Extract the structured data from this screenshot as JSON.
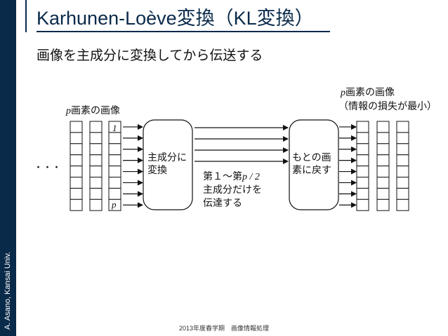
{
  "slide": {
    "title": "Karhunen-Loève変換（KL変換）",
    "subtitle": "画像を主成分に変換してから伝送する",
    "sidebar_author": "A. Asano, Kansai Univ.",
    "footer": "2013年度春学期　画像情報処理"
  },
  "diagram": {
    "left_label_var": "p",
    "left_label_text": "画素の画像",
    "ellipsis": "・・・",
    "index_first": "1",
    "index_last": "p",
    "transform_box_line1": "主成分に",
    "transform_box_line2": "変換",
    "middle_label_line1_prefix": "第１〜第",
    "middle_label_var": "p / 2",
    "middle_label_line2": "主成分だけを",
    "middle_label_line3": "伝達する",
    "restore_box_line1": "もとの画",
    "restore_box_line2": "素に戻す",
    "right_label_var": "p",
    "right_label_text": "画素の画像",
    "right_label_line2": "（情報の損失が最小）"
  }
}
